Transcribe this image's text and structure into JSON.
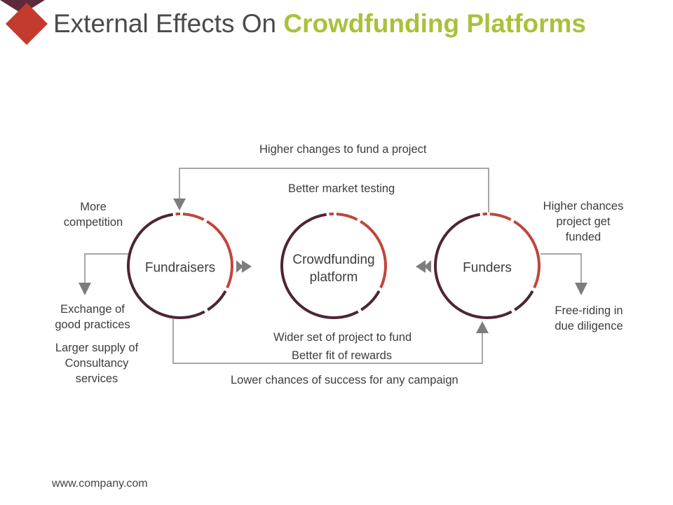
{
  "title": {
    "part1": "External Effects On ",
    "part2": "Crowdfunding Platforms"
  },
  "nodes": {
    "fundraisers": "Fundraisers",
    "platform_line1": "Crowdfunding",
    "platform_line2": "platform",
    "funders": "Funders"
  },
  "labels": {
    "higher_changes": "Higher changes to fund a project",
    "better_market_testing": "Better market testing",
    "more_competition_1": "More",
    "more_competition_2": "competition",
    "exchange_1": "Exchange of",
    "exchange_2": "good practices",
    "larger_supply_1": "Larger supply of",
    "larger_supply_2": "Consultancy",
    "larger_supply_3": "services",
    "higher_chances_1": "Higher chances",
    "higher_chances_2": "project get",
    "higher_chances_3": "funded",
    "free_riding_1": "Free-riding in",
    "free_riding_2": "due diligence",
    "wider_set": "Wider set of project to fund",
    "better_fit": "Better fit of rewards",
    "lower_chances": "Lower chances of success for any campaign"
  },
  "footer": "www.company.com",
  "colors": {
    "dark_ring": "#4f2437",
    "red_ring": "#c0463a",
    "arrow": "#7d7d7d",
    "title_accent": "#a7c23a",
    "diamond_red": "#c33b2f",
    "diamond_dark": "#5c2a3a"
  }
}
